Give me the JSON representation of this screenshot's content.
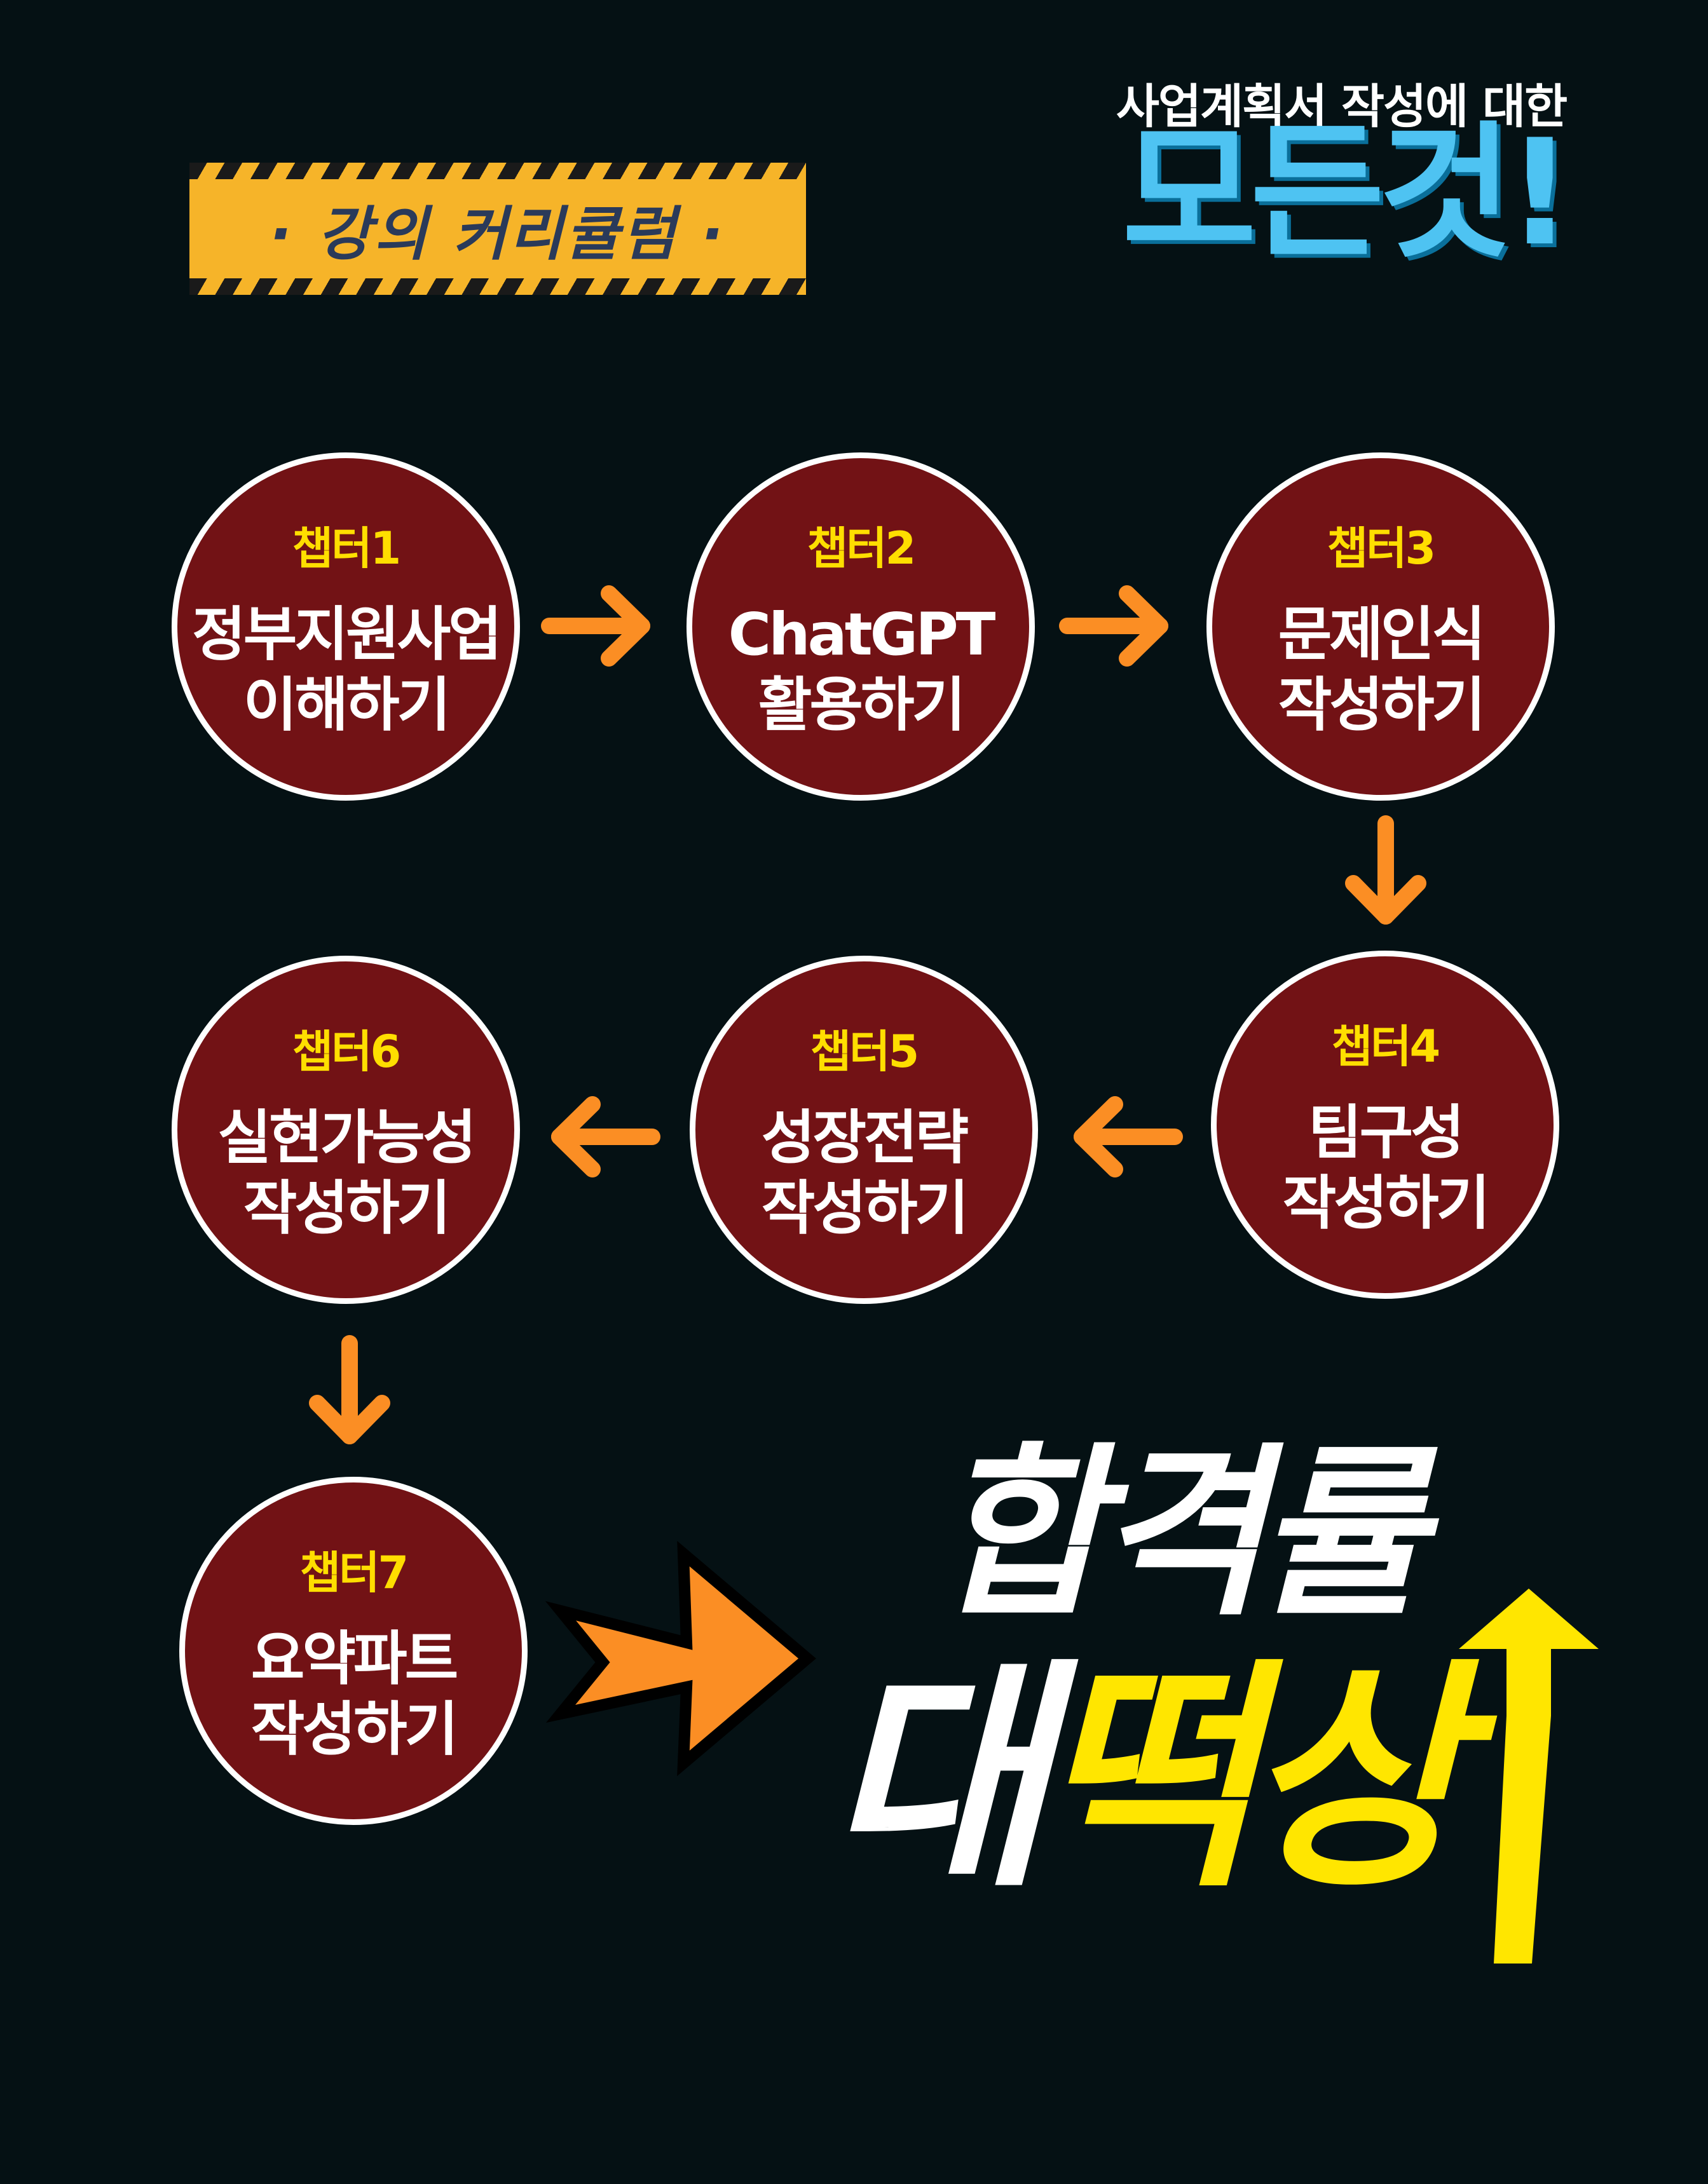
{
  "banner": {
    "text": "· 강의 커리큘럼 ·"
  },
  "header": {
    "subtitle": "사업계획서 작성에 대한",
    "headline": "모든것!"
  },
  "chapters": [
    {
      "label": "챕터1",
      "title_line1": "정부지원사업",
      "title_line2": "이해하기"
    },
    {
      "label": "챕터2",
      "title_line1": "ChatGPT",
      "title_line2": "활용하기"
    },
    {
      "label": "챕터3",
      "title_line1": "문제인식",
      "title_line2": "작성하기"
    },
    {
      "label": "챕터4",
      "title_line1": "팀구성",
      "title_line2": "작성하기"
    },
    {
      "label": "챕터5",
      "title_line1": "성장전략",
      "title_line2": "작성하기"
    },
    {
      "label": "챕터6",
      "title_line1": "실현가능성",
      "title_line2": "작성하기"
    },
    {
      "label": "챕터7",
      "title_line1": "요약파트",
      "title_line2": "작성하기"
    }
  ],
  "result": {
    "line1": "합격률",
    "line2_white": "대",
    "line2_yellow": "떡상"
  },
  "icons": {
    "flow": "arrow-icon",
    "big": "big-arrow-icon",
    "up": "up-arrow-icon"
  },
  "colors": {
    "background": "#051114",
    "circle": "#721215",
    "chapter_label": "#FFDE00",
    "flow_arrow": "#FB8E24",
    "headline": "#4EC3F2",
    "banner": "#F6B429",
    "highlight": "#FFE600"
  }
}
